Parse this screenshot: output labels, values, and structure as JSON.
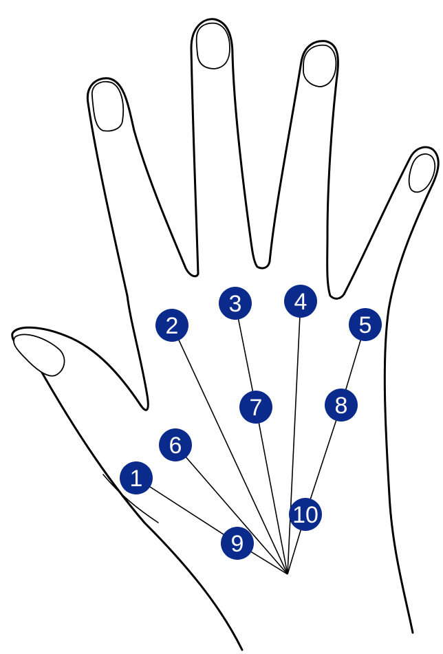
{
  "colors": {
    "marker_fill": "#0a2a8c",
    "marker_text": "#ffffff",
    "line": "#000000"
  },
  "markers": [
    {
      "label": "1"
    },
    {
      "label": "2"
    },
    {
      "label": "3"
    },
    {
      "label": "4"
    },
    {
      "label": "5"
    },
    {
      "label": "6"
    },
    {
      "label": "7"
    },
    {
      "label": "8"
    },
    {
      "label": "9"
    },
    {
      "label": "10"
    }
  ]
}
